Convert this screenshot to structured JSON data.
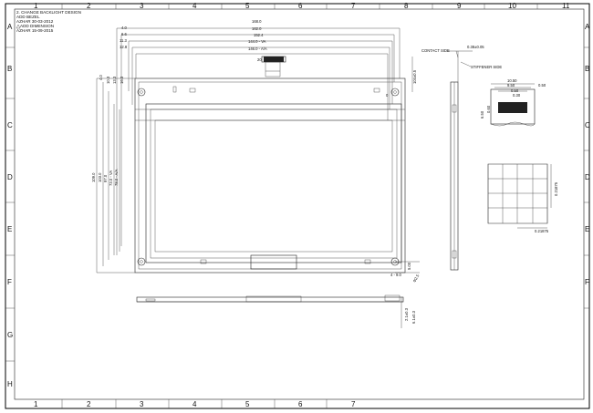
{
  "zones": {
    "columns": [
      "1",
      "2",
      "3",
      "4",
      "5",
      "6",
      "7",
      "8",
      "9",
      "10",
      "11"
    ],
    "rows": [
      "A",
      "B",
      "C",
      "D",
      "E",
      "F",
      "G",
      "H"
    ]
  },
  "revision_notes": [
    "2. CHANGE BACKLIGHT DESIGN",
    "ADD BEZEL",
    "AZHAR 30-03-2012",
    "ADD DIMENSION",
    "AZHAR 15-09-2015"
  ],
  "front_view": {
    "horizontal_dims": [
      "168.0",
      "162.0",
      "152.4",
      "144.0 - VA",
      "146.0 - A/A"
    ],
    "left_offsets": [
      "4.0",
      "6.6",
      "11.3",
      "12.8"
    ],
    "vertical_dims": [
      "4.0",
      "10.3",
      "13.3",
      "16.3"
    ],
    "height_dims": [
      "109.0",
      "103.0",
      "97.0",
      "73.0 - VA",
      "78.0 - A/A"
    ],
    "right_side_dim": "104±0.5",
    "bottom_dims": [
      "4 - 9.0",
      "5.00",
      "Φ2.5"
    ],
    "connector_pins": "20",
    "corner_label": "0"
  },
  "side_view": {
    "thickness": "0.38±0.05",
    "contact_side": "CONTACT SIDE",
    "stiffener_side": "STIFFENER SIDE"
  },
  "connector_detail": {
    "dims": [
      "10.50",
      "9.50",
      "0.50",
      "0.30",
      "6.50",
      "0.60",
      "0.50"
    ]
  },
  "pixel_detail": {
    "dims": [
      "0.21875",
      "0.21875"
    ]
  },
  "bottom_view": {
    "dims": [
      "2.1±0.3",
      "6.1±0.3"
    ]
  }
}
